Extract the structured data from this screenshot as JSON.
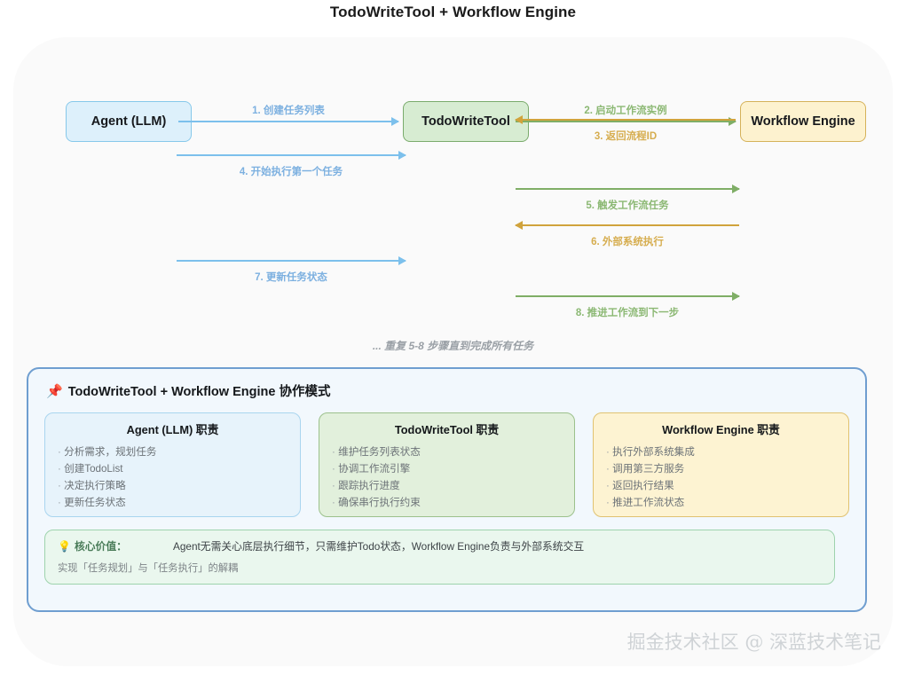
{
  "title": "TodoWriteTool + Workflow Engine",
  "nodes": [
    {
      "id": "agent",
      "label": "Agent (LLM)"
    },
    {
      "id": "todo",
      "label": "TodoWriteTool"
    },
    {
      "id": "workflow",
      "label": "Workflow Engine"
    }
  ],
  "messages": [
    {
      "num": "1",
      "label": "1. 创建任务列表",
      "from": "agent",
      "to": "todo",
      "color": "#7cc0ec"
    },
    {
      "num": "2",
      "label": "2. 启动工作流实例",
      "from": "todo",
      "to": "workflow",
      "color": "#7fae66"
    },
    {
      "num": "3",
      "label": "3. 返回流程ID",
      "from": "workflow",
      "to": "todo",
      "color": "#d0a33c"
    },
    {
      "num": "4",
      "label": "4. 开始执行第一个任务",
      "from": "agent",
      "to": "todo",
      "color": "#7cc0ec"
    },
    {
      "num": "5",
      "label": "5. 触发工作流任务",
      "from": "todo",
      "to": "workflow",
      "color": "#7fae66"
    },
    {
      "num": "6",
      "label": "6. 外部系统执行",
      "from": "workflow",
      "to": "todo",
      "color": "#d0a33c"
    },
    {
      "num": "7",
      "label": "7. 更新任务状态",
      "from": "agent",
      "to": "todo",
      "color": "#7cc0ec"
    },
    {
      "num": "8",
      "label": "8. 推进工作流到下一步",
      "from": "todo",
      "to": "workflow",
      "color": "#7fae66"
    }
  ],
  "repeat_note": "... 重复 5-8 步骤直到完成所有任务",
  "summary": {
    "pin_icon": "pushpin-icon",
    "heading": "TodoWriteTool + Workflow Engine 协作模式",
    "cards": [
      {
        "id": "agent",
        "title": "Agent (LLM) 职责",
        "items": [
          "分析需求，规划任务",
          "创建TodoList",
          "决定执行策略",
          "更新任务状态"
        ]
      },
      {
        "id": "todo",
        "title": "TodoWriteTool 职责",
        "items": [
          "维护任务列表状态",
          "协调工作流引擎",
          "跟踪执行进度",
          "确保串行执行约束"
        ]
      },
      {
        "id": "workflow",
        "title": "Workflow Engine 职责",
        "items": [
          "执行外部系统集成",
          "调用第三方服务",
          "返回执行结果",
          "推进工作流状态"
        ]
      }
    ],
    "core_value": {
      "bulb_icon": "lightbulb-icon",
      "label": "核心价值：",
      "text": "Agent无需关心底层执行细节，只需维护Todo状态，Workflow Engine负责与外部系统交互",
      "subtext": "实现「任务规划」与「任务执行」的解耦"
    }
  },
  "watermark": "掘金技术社区 @ 深蓝技术笔记"
}
